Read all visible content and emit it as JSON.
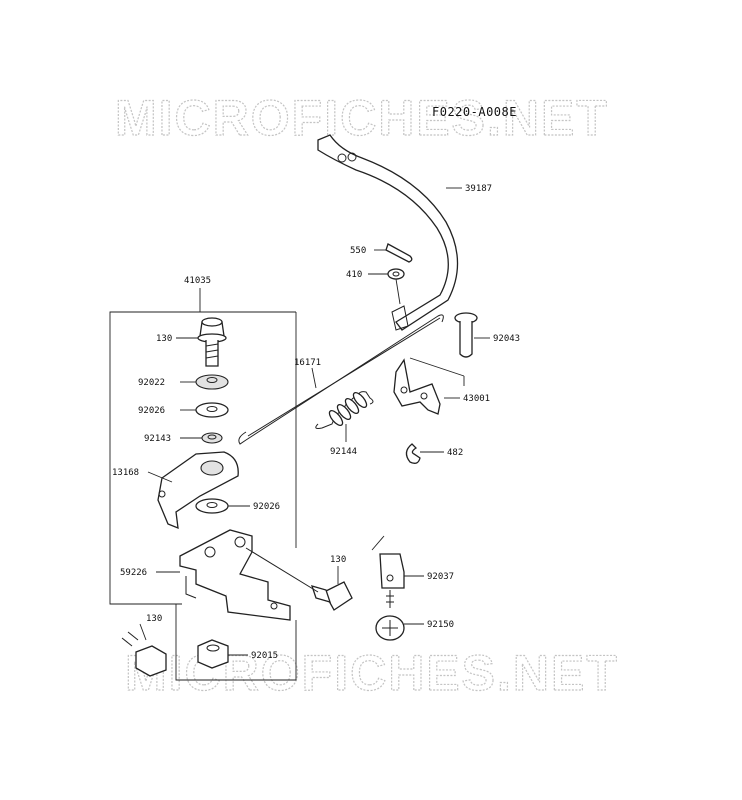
{
  "figure_code": "F0220-A008E",
  "watermarks": [
    "MICROFICHES.NET",
    "MICROFICHES.NET"
  ],
  "callouts": {
    "c39187": "39187",
    "c550": "550",
    "c410": "410",
    "c41035": "41035",
    "c130_top": "130",
    "c92043": "92043",
    "c16171": "16171",
    "c92022": "92022",
    "c92026_a": "92026",
    "c43001": "43001",
    "c92143": "92143",
    "c92144": "92144",
    "c482": "482",
    "c13168": "13168",
    "c92026_b": "92026",
    "c130_mid": "130",
    "c59226": "59226",
    "c92037": "92037",
    "c130_bottom": "130",
    "c92150": "92150",
    "c92015": "92015"
  }
}
